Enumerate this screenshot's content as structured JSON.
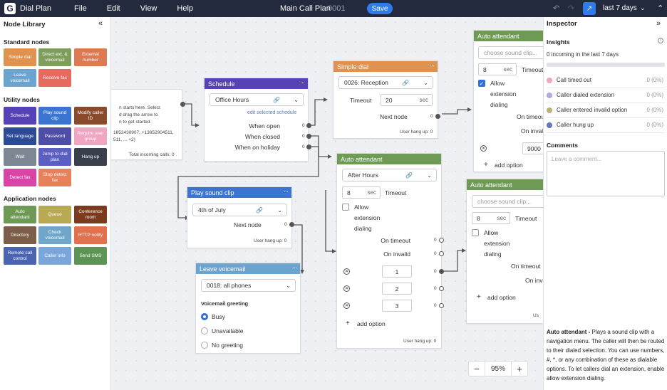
{
  "topbar": {
    "app_title": "Dial Plan",
    "menu": [
      "File",
      "Edit",
      "View",
      "Help"
    ],
    "flow_name": "Main Call Plan",
    "flow_number": "0001",
    "save_label": "Save",
    "range_label": "last 7 days"
  },
  "sidebar": {
    "title": "Node Library",
    "sections": [
      {
        "title": "Standard nodes",
        "items": [
          {
            "label": "Simple dial",
            "color": "#e0924f"
          },
          {
            "label": "Direct ext. & voicemail",
            "color": "#7f9d5b"
          },
          {
            "label": "External number",
            "color": "#db7a53"
          },
          {
            "label": "Leave voicemail",
            "color": "#6aa4cf"
          },
          {
            "label": "Receive fax",
            "color": "#e66a60"
          }
        ]
      },
      {
        "title": "Utility nodes",
        "items": [
          {
            "label": "Schedule",
            "color": "#5741b7"
          },
          {
            "label": "Play sound clip",
            "color": "#3b74d1"
          },
          {
            "label": "Modify caller ID",
            "color": "#8a4a2c"
          },
          {
            "label": "Set language",
            "color": "#2b4b96"
          },
          {
            "label": "Password",
            "color": "#4e4ea8"
          },
          {
            "label": "Require user group",
            "color": "#f1a5c2"
          },
          {
            "label": "Wait",
            "color": "#7d8793"
          },
          {
            "label": "Jump to dial plan",
            "color": "#5b5fc2"
          },
          {
            "label": "Hang up",
            "color": "#3a3f4c"
          },
          {
            "label": "Detect fax",
            "color": "#d944a6"
          },
          {
            "label": "Stop detect fax",
            "color": "#e9805c"
          }
        ]
      },
      {
        "title": "Application nodes",
        "items": [
          {
            "label": "Auto attendant",
            "color": "#6f9a55"
          },
          {
            "label": "Queue",
            "color": "#b8aa55"
          },
          {
            "label": "Conference room",
            "color": "#7b3b1e"
          },
          {
            "label": "Directory",
            "color": "#7b5d49"
          },
          {
            "label": "Check voicemail",
            "color": "#6fa6c9"
          },
          {
            "label": "HTTP notify",
            "color": "#e2724d"
          },
          {
            "label": "Remote call control",
            "color": "#4a63b3"
          },
          {
            "label": "Caller info",
            "color": "#7aa6dc"
          },
          {
            "label": "Send SMS",
            "color": "#5d9355"
          }
        ]
      }
    ]
  },
  "start_node": {
    "line1": "n starts here. Select",
    "line2": "d drag the arrow to",
    "line3": "n to get started.",
    "numbers": "1852430907, +13852904511,",
    "numbers2": "511, ... +2)",
    "total": "Total incoming calls: 0"
  },
  "schedule": {
    "title": "Schedule",
    "color": "#5741b7",
    "selected": "Office Hours",
    "edit_link": "edit selected schedule",
    "outputs": [
      {
        "label": "When open",
        "count": "0"
      },
      {
        "label": "When closed",
        "count": "0"
      },
      {
        "label": "When on holiday",
        "count": "0"
      }
    ]
  },
  "simple_dial": {
    "title": "Simple dial",
    "color": "#e0924f",
    "selected": "0026: Reception",
    "timeout_label": "Timeout",
    "timeout_value": "20",
    "timeout_unit": "sec",
    "next_label": "Next node",
    "next_count": "0",
    "hangup": "User hang up: 0"
  },
  "play_clip": {
    "title": "Play sound clip",
    "color": "#3b74d1",
    "selected": "4th of July",
    "next_label": "Next node",
    "next_count": "0",
    "hangup": "User hang up: 0"
  },
  "leave_vm": {
    "title": "Leave voicemail",
    "color": "#6aa4cf",
    "selected": "0018: all phones",
    "greeting_label": "Voicemail greeting",
    "options": [
      "Busy",
      "Unavailable",
      "No greeting"
    ],
    "selected_option": "Busy"
  },
  "auto_attendant_main": {
    "title": "Auto attendant",
    "color": "#6f9a55",
    "selected": "After Hours",
    "timeout_value": "8",
    "timeout_unit": "sec",
    "timeout_label": "Timeout",
    "allow_label_1": "Allow",
    "allow_label_2": "extension",
    "allow_label_3": "dialing",
    "on_timeout": "On timeout",
    "on_invalid": "On invalid",
    "options": [
      "1",
      "2",
      "3"
    ],
    "option_count": "0",
    "add_option": "add option",
    "hangup": "User hang up: 0"
  },
  "auto_attendant_top": {
    "title": "Auto attendant",
    "color": "#6f9a55",
    "placeholder": "choose sound clip...",
    "timeout_value": "8",
    "timeout_unit": "sec",
    "timeout_label": "Timeout",
    "allow_label_1": "Allow",
    "allow_label_2": "extension",
    "allow_label_3": "dialing",
    "on_timeout": "On timeout",
    "on_invalid": "On invalid",
    "option_value": "9000",
    "add_option": "add option"
  },
  "auto_attendant_right": {
    "title": "Auto attendant",
    "color": "#6f9a55",
    "placeholder": "choose sound clip...",
    "timeout_value": "8",
    "timeout_unit": "sec",
    "timeout_label": "Timeout",
    "allow_label_1": "Allow",
    "allow_label_2": "extension",
    "allow_label_3": "dialing",
    "on_timeout": "On timeout",
    "on_invalid": "On invalid",
    "add_option": "add option",
    "hangup_partial": "Us"
  },
  "zoom": {
    "minus": "−",
    "value": "95%",
    "plus": "+"
  },
  "inspector": {
    "title": "Inspector",
    "insights_label": "Insights",
    "insights_sub": "0 incoming in the last 7 days",
    "stats": [
      {
        "label": "Call timed out",
        "value": "0 (0%)",
        "color": "#f2a7b8"
      },
      {
        "label": "Caller dialed extension",
        "value": "0 (0%)",
        "color": "#b3a7dc"
      },
      {
        "label": "Caller entered invalid option",
        "value": "0 (0%)",
        "color": "#b9b378"
      },
      {
        "label": "Caller hung up",
        "value": "0 (0%)",
        "color": "#6575b8"
      }
    ],
    "comments_label": "Comments",
    "comment_placeholder": "Leave a comment...",
    "help_title": "Auto attendant -",
    "help_body": " Plays a sound clip with a navigation menu. The caller will then be routed to their dialed selection. You can use numbers, #, *, or any combination of these as dialable options. To let callers dial an extension, enable allow extension dialing."
  }
}
